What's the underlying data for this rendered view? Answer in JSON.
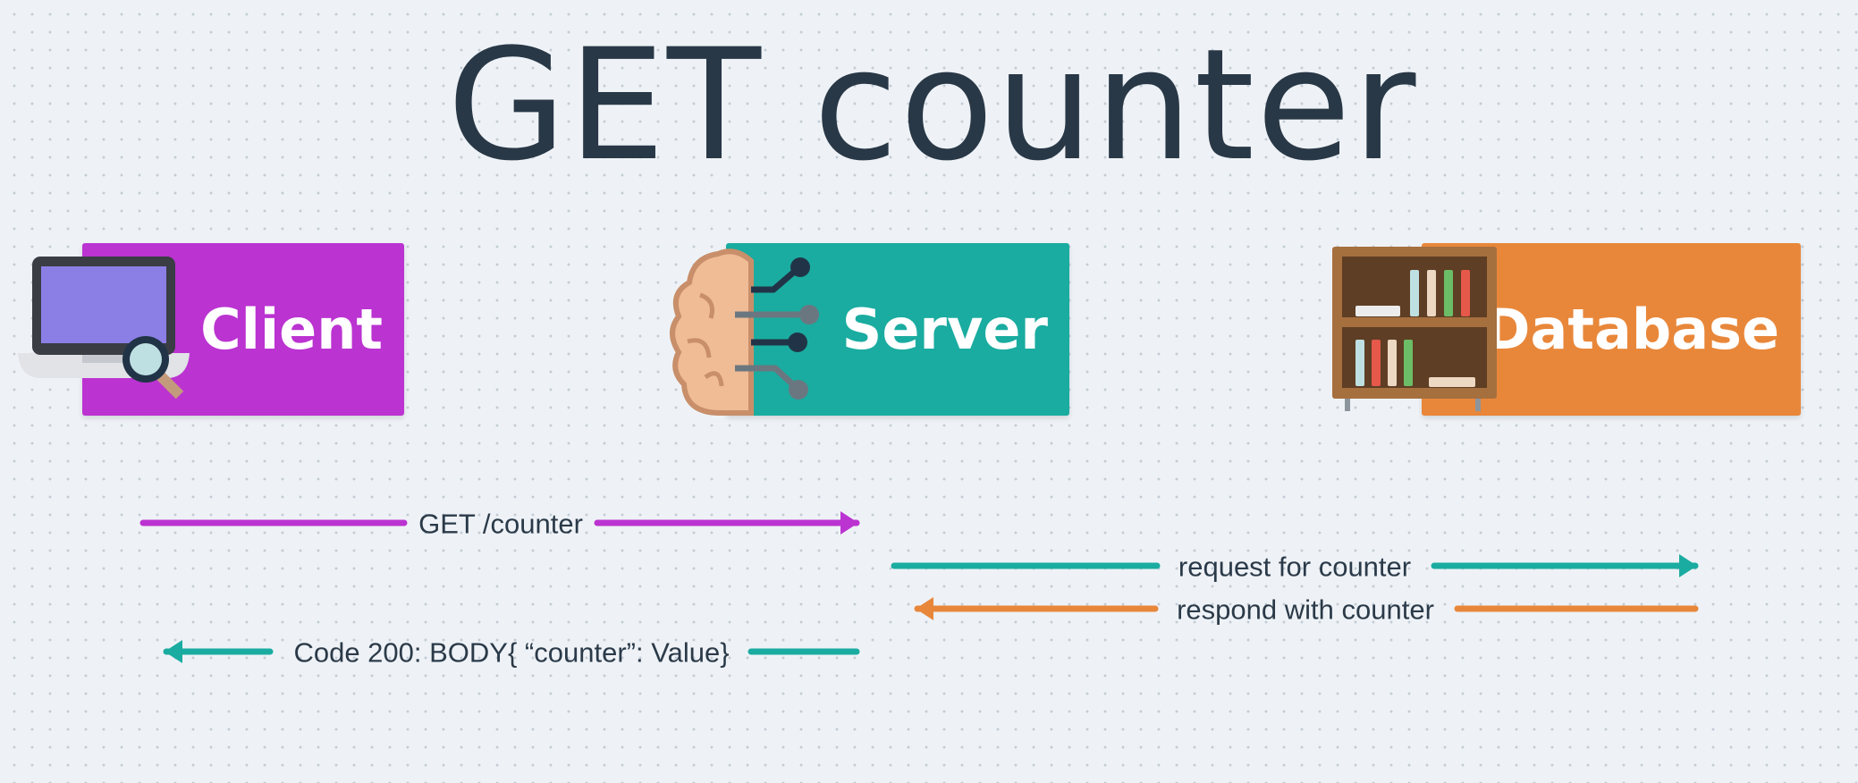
{
  "title": "GET counter",
  "nodes": {
    "client": {
      "label": "Client",
      "color": "#bb33d1",
      "icon": "laptop-magnifier-icon"
    },
    "server": {
      "label": "Server",
      "color": "#1aaca0",
      "icon": "brain-circuit-icon"
    },
    "database": {
      "label": "Database",
      "color": "#e8873a",
      "icon": "bookshelf-icon"
    }
  },
  "messages": [
    {
      "label": "GET /counter",
      "from": "Client",
      "to": "Server",
      "color": "#bb33d1"
    },
    {
      "label": "request for counter",
      "from": "Server",
      "to": "Database",
      "color": "#1aaca0"
    },
    {
      "label": "respond with counter",
      "from": "Database",
      "to": "Server",
      "color": "#e8873a"
    },
    {
      "label": "Code 200: BODY{ “counter”: Value}",
      "from": "Server",
      "to": "Client",
      "color": "#1aaca0"
    }
  ]
}
